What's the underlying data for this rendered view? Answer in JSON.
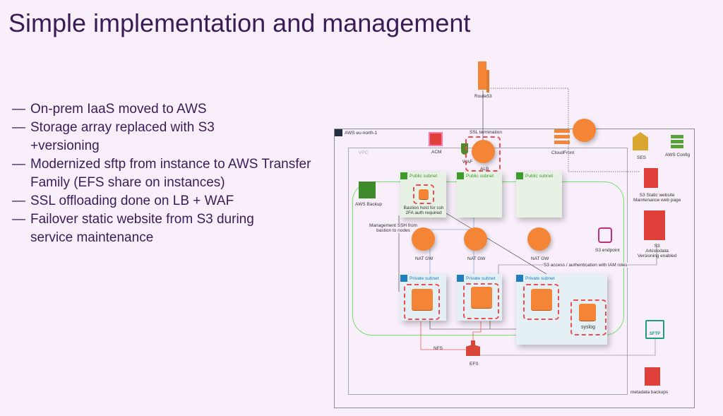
{
  "slide": {
    "title": "Simple implementation and management",
    "bullets": [
      "On-prem IaaS moved to AWS",
      "Storage array replaced with S3 +versioning",
      "Modernized sftp from instance to AWS Transfer Family (EFS share on instances)",
      "SSL offloading done on LB + WAF",
      "Failover static website from S3 during service maintenance"
    ],
    "bullet_marker": "—"
  },
  "diagram": {
    "route53": "Route53",
    "region": "AWS eu-north-1",
    "vpc": "VPC",
    "ssl_termination": "SSL termination",
    "acm": "ACM",
    "waf": "WAF",
    "alb": "ALB",
    "cloudfront": "CloudFront",
    "ses": "SES",
    "aws_config": "AWS Config",
    "s3_static": [
      "S3 Static website",
      "Maintenance web page"
    ],
    "s3_data": [
      "S3",
      "Arkistodata",
      "Versioning enabled"
    ],
    "s3_endpoint": "S3 endpoint",
    "aws_backup": "AWS Backup",
    "public_subnet": "Public subnet",
    "private_subnet": "Private subnet",
    "bastion": [
      "Bastion host for ssh",
      "2FA auth required"
    ],
    "mgmt_ssh": [
      "Management SSH from",
      "bastion to nodes"
    ],
    "nat_gw": "NAT GW",
    "s3_access": "S3 access / authentication with IAM roles",
    "syslog": "syslog",
    "nfs": "NFS",
    "efs": "EFS",
    "sftp": "SFTP",
    "metadata_backups": "metadata backups"
  },
  "colors": {
    "title": "#3a1d57",
    "orange": "#f58536",
    "red": "#e0403a",
    "green": "#3d9b2c",
    "blue": "#1f7fbf",
    "background": "#f8effa"
  }
}
